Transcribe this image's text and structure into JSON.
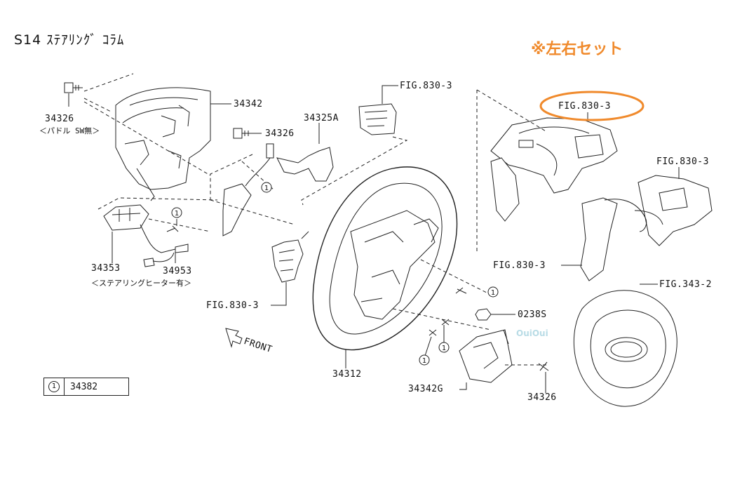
{
  "header": {
    "title": "S14 ｽﾃｱﾘﾝｸﾞ ｺﾗﾑ",
    "note": "※左右セット"
  },
  "callouts": {
    "p34326_top": "34326",
    "p34326_top_sub": "＜パドル SW無＞",
    "p34342": "34342",
    "p34325A": "34325A",
    "p34326_mid": "34326",
    "fig830_top": "FIG.830-3",
    "fig830_circled": "FIG.830-3",
    "fig830_right": "FIG.830-3",
    "fig830_center": "FIG.830-3",
    "fig830_left": "FIG.830-3",
    "fig343": "FIG.343-2",
    "p34353": "34353",
    "p34953": "34953",
    "heater_sub": "＜ステアリングヒーター有＞",
    "p0238S": "0238S",
    "p34312": "34312",
    "p34342G": "34342G",
    "p34326_bottom": "34326",
    "front": "FRONT"
  },
  "legend": {
    "marker": "1",
    "part": "34382"
  },
  "ref_marker": "1",
  "watermark": "OuiOui",
  "colors": {
    "accent": "#f08a2c",
    "line": "#222222",
    "watermark": "#b9dce6"
  }
}
